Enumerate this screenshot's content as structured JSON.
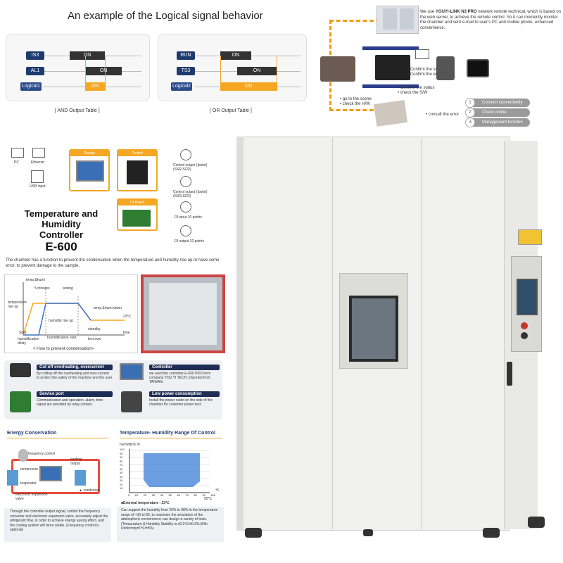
{
  "logic": {
    "title": "An example of the Logical signal behavior",
    "and_table": {
      "labels": [
        "IS3",
        "AL1",
        "Logical1"
      ],
      "on": "ON",
      "caption": "[ AND Output Table ]"
    },
    "or_table": {
      "labels": [
        "RUN",
        "TS3",
        "Logical2"
      ],
      "on": "ON",
      "caption": "[ OR Output Table ]"
    }
  },
  "network": {
    "desc_pre": "We use",
    "brand": "YOUYI-LINK N3 PRO",
    "desc_post": "network remote technical, which is based on the web server, to achieve the remote control. So it can momently monitor the chamber and sent e-mail to user's PC and mobile phone, enhanced convenience.",
    "confirm_status_error": [
      "• Confirm the status",
      "• Confirm the error"
    ],
    "confirm_status_sw": [
      "• Confirm the status",
      "• check the S/W"
    ],
    "go_scene": [
      "• go to the scene",
      "• check the H/W"
    ],
    "consult": "• consult the error",
    "steps": [
      {
        "num": "1",
        "label": "Connect conveniently"
      },
      {
        "num": "2",
        "label": "Check online"
      },
      {
        "num": "3",
        "label": "Management function"
      }
    ]
  },
  "controller": {
    "nodes": {
      "pc": "PC",
      "ethernet": "Ethernet",
      "usb": "USB input",
      "display": "Display",
      "control": "Control",
      "di_board": "DI Board",
      "out1": "Control output (Ipoint) (SSR,SCR)",
      "out2": "Control output (Ipoint) (SSR,SCR)",
      "di16": "DI input 16 points",
      "do32": "DI output 32 points"
    },
    "title_line1": "Temperature and Humidity",
    "title_line2": "Controller",
    "model": "E-600"
  },
  "condensation": {
    "intro": "The chamber has a function to prevent the condensation when the temperature and humidity rise up or have some error, to prevent damage to the sample.",
    "labels": {
      "temp_humi": "temp.&humi",
      "five_min": "5 minutes",
      "testing": "testing",
      "temp_rise": "temperature rise up",
      "temp_down": "temp.&humi down",
      "deg23": "23℃",
      "humidity_rise": "humidity rise up",
      "standby": "standby",
      "start": "Start",
      "time": "time",
      "humid_delay": "humidification delay",
      "humid_start": "humidification start",
      "test_over": "test over"
    },
    "caption": "< How to prevent condensation>"
  },
  "features": [
    {
      "title": "Cut off overheating, overcurrent",
      "text": "By cutting off the overheating and over-current to protect the safety of the machine and the user"
    },
    {
      "title": "Controller",
      "text": "we used the controller E-600 PRO form company YOU YI TECH, imported from TAIWAN."
    },
    {
      "title": "Service port",
      "text": "Communication and operation, alarm, time signal are provided by relay contact."
    },
    {
      "title": "Low power consumption",
      "text": "Install the power outlet on the side of the chamber for customer power test."
    }
  ],
  "energy": {
    "title": "Energy Conservation",
    "labels": {
      "freq": "frequency control",
      "cooling": "cooling output",
      "compressor": "compressor",
      "evaporator": "evaporator",
      "condenser": "▲ condenser",
      "valve": "electronic expansion valve"
    },
    "desc": "Through the controller output signal, control the frequency converter and electronic expansion valve, accurately adjust the refrigerant flow, in order to achieve energy saving effect, and the cooling system will more stable. (Frequency control is optional)"
  },
  "range": {
    "title": "Temperature- Humidity Range Of Control",
    "ylabel": "humidity% rh",
    "yticks": [
      "100",
      "95",
      "90",
      "80",
      "70",
      "60",
      "50",
      "40",
      "30",
      "20",
      "10"
    ],
    "xticks": [
      "0",
      "10",
      "20",
      "30",
      "40",
      "50",
      "60",
      "70",
      "80",
      "90",
      "100"
    ],
    "xunit": "℃",
    "x_extra": "95℃",
    "ext_temp": "■External temperature : 23℃",
    "desc": "Can support the humidity from 20% to 98% in the temperature range of +10 to 85, to maximize the simulation of the atmospheric environment, can design a variety of tests. (Temperature & Humidity Stability is ±0.3℃/±0.3%,With Uniformity±1℃/±5%)"
  },
  "colors": {
    "navy": "#1e3a6e",
    "orange": "#f5a623",
    "chamber": "#f0f0ee"
  }
}
